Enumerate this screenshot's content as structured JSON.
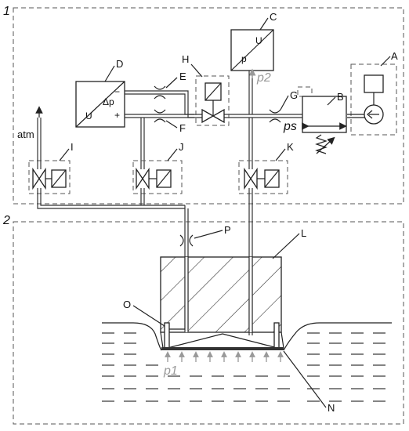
{
  "regions": {
    "upper": "1",
    "lower": "2"
  },
  "labels": {
    "A": "A",
    "B": "B",
    "C": "C",
    "D": "D",
    "E": "E",
    "F": "F",
    "G": "G",
    "H": "H",
    "I": "I",
    "J": "J",
    "K": "K",
    "L": "L",
    "N": "N",
    "O": "O",
    "P": "P"
  },
  "symbols": {
    "c_U": "U",
    "c_p": "p",
    "d_U": "U",
    "d_dp": "Δp",
    "d_minus": "−",
    "d_plus": "+",
    "atm": "atm",
    "ps": "ps",
    "p1": "p1",
    "p2": "p2"
  },
  "colors": {
    "line": "#222222",
    "grey_annotation": "#999999",
    "membrane": "#333333"
  }
}
